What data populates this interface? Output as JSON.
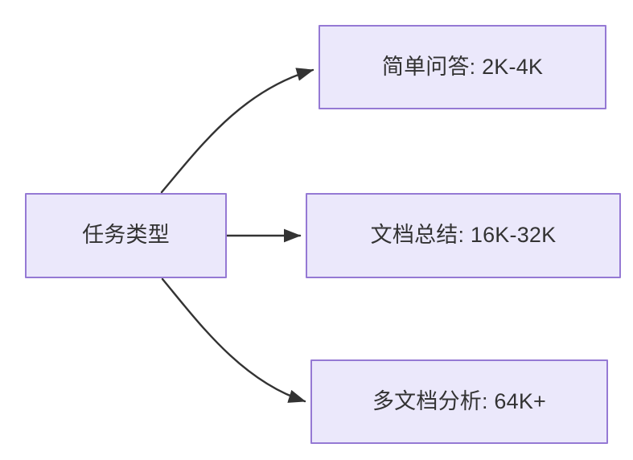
{
  "diagram": {
    "type": "flowchart",
    "direction": "left-to-right",
    "background_color": "#ffffff",
    "node_fill_color": "#ebe8fb",
    "node_border_color": "#9579d4",
    "node_text_color": "#333333",
    "edge_color": "#333333",
    "root": {
      "id": "root",
      "label": "任务类型"
    },
    "branches": [
      {
        "id": "simple-qa",
        "label": "简单问答: 2K-4K",
        "edge_style": "curved-up"
      },
      {
        "id": "doc-summary",
        "label": "文档总结: 16K-32K",
        "edge_style": "straight"
      },
      {
        "id": "multi-doc",
        "label": "多文档分析: 64K+",
        "edge_style": "curved-down"
      }
    ]
  }
}
